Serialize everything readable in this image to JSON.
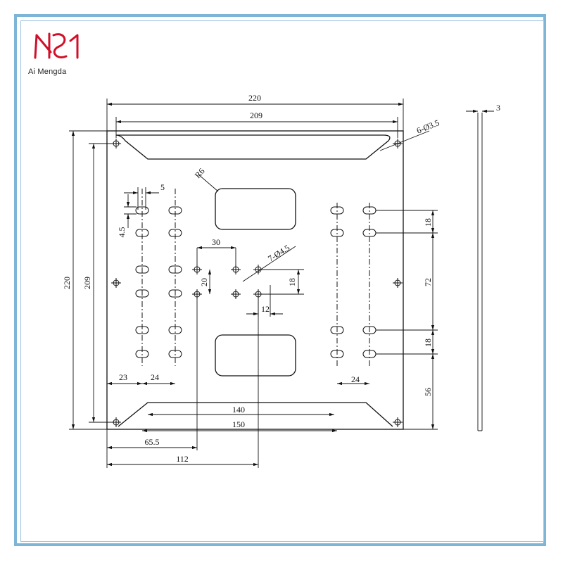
{
  "brand": {
    "name": "Ai Mengda",
    "logo_icon": "am-monogram-icon",
    "logo_color": "#d0102a",
    "frame_color": "#7db4d8"
  },
  "labels": {
    "top_width_outer": "220",
    "top_width_inner": "209",
    "left_height_outer": "220",
    "left_height_inner": "209",
    "corner_holes": "6-Ø3.5",
    "thickness": "3",
    "slot_width": "5",
    "slot_length": "4.5",
    "window_radius": "R6",
    "center_holes": "7-Ø4.5",
    "hole_spacing_x": "30",
    "hole_spacing_y": "20",
    "hole_offset_y": "18",
    "hole_offset_x": "12",
    "slot_top_gap": "18",
    "slot_mid_gap": "72",
    "slot_low_gap": "18",
    "slot_bottom_gap": "56",
    "edge_left": "23",
    "slot_pitch_left": "24",
    "slot_pitch_right": "24",
    "bottom_140": "140",
    "bottom_150": "150",
    "bottom_65_5": "65.5",
    "bottom_112": "112"
  }
}
